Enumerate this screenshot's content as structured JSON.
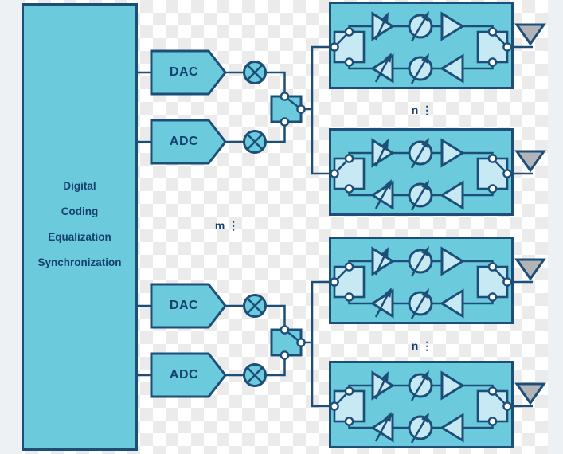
{
  "colors": {
    "teal": "#6bcbdd",
    "light_fill": "#c6e9f4",
    "outline": "#1c4e78",
    "text": "#16406d",
    "antenna_gray": "#b2b4b7",
    "checker": "#ebebeb",
    "strip": "#eef1f4",
    "port_fill": "#ffffff"
  },
  "digital_block": {
    "lines": [
      "Digital",
      "Coding",
      "Equalization",
      "Synchronization"
    ]
  },
  "converters": {
    "top": {
      "dac": "DAC",
      "adc": "ADC"
    },
    "bottom": {
      "dac": "DAC",
      "adc": "ADC"
    }
  },
  "array_labels": {
    "m": "m ⋮",
    "n_top": "n ⋮",
    "n_bottom": "n ⋮"
  },
  "icons": {
    "mixer": "mixer-icon (circle with X)",
    "vga": "variable-gain-amplifier-icon (triangle with arrow)",
    "phase_shifter": "phase-shifter-icon (circle with arrow)",
    "amplifier": "amplifier-icon (triangle)",
    "spdt_switch": "spdt-switch-icon (square with pole/throw dots)",
    "antenna": "antenna-icon (gray down triangle)"
  }
}
